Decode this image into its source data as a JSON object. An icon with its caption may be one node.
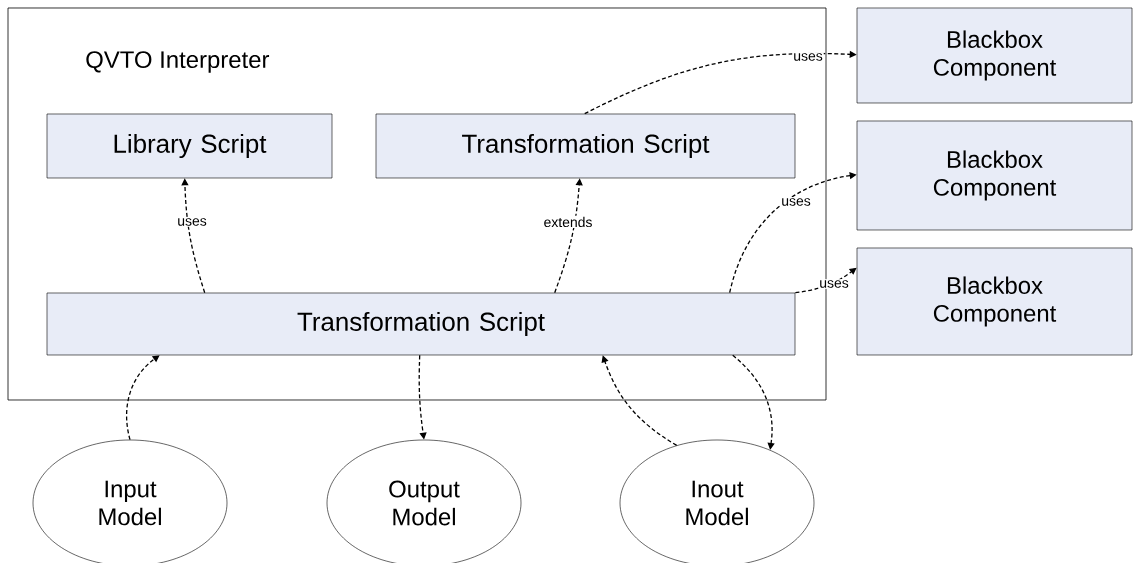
{
  "diagram": {
    "nodes": [
      {
        "text": [
          "QVTO Interpreter"
        ]
      },
      {
        "text": [
          "Library Script"
        ],
        "in": 0
      },
      {
        "text": [
          "Transformation Script"
        ],
        "in": 0
      },
      {
        "text": [
          "Transformation Script"
        ],
        "in": 0
      },
      {
        "text": [
          "Blackbox Component"
        ]
      },
      {
        "text": [
          "Blackbox Component"
        ]
      },
      {
        "text": [
          "Blackbox Component"
        ]
      },
      {
        "text": [
          "Input Model"
        ]
      },
      {
        "text": [
          "Output Model"
        ]
      },
      {
        "text": [
          "Inout Model"
        ]
      }
    ],
    "edges": [
      {
        "from": 3,
        "to": 1,
        "arrow": "to",
        "label": "uses",
        "style": "dashed"
      },
      {
        "from": 3,
        "to": 2,
        "arrow": "to",
        "label": "extends",
        "style": "dashed"
      },
      {
        "from": 2,
        "to": 4,
        "arrow": "to",
        "label": "uses",
        "style": "dashed"
      },
      {
        "from": 3,
        "to": 5,
        "arrow": "to",
        "label": "uses",
        "style": "dashed"
      },
      {
        "from": 3,
        "to": 6,
        "arrow": "to",
        "label": "uses",
        "style": "dashed"
      },
      {
        "from": 7,
        "to": 3,
        "arrow": "to",
        "style": "dashed"
      },
      {
        "from": 3,
        "to": 8,
        "arrow": "to",
        "style": "dashed"
      },
      {
        "from": 9,
        "to": 3,
        "arrow": "to",
        "style": "dashed"
      },
      {
        "from": 3,
        "to": 9,
        "arrow": "to",
        "style": "dashed"
      }
    ]
  }
}
